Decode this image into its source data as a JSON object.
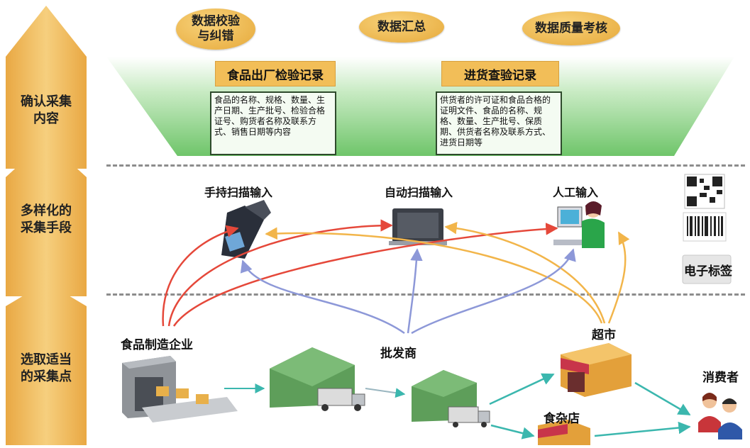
{
  "stages": [
    {
      "label": "确认采集\n内容"
    },
    {
      "label": "多样化的\n采集手段"
    },
    {
      "label": "选取适当\n的采集点"
    }
  ],
  "ovals": [
    {
      "label": "数据校验\n与纠错"
    },
    {
      "label": "数据汇总"
    },
    {
      "label": "数据质量考核"
    }
  ],
  "records": [
    {
      "title": "食品出厂检验记录",
      "content": "食品的名称、规格、数量、生产日期、生产批号、检验合格证号、购货者名称及联系方式、销售日期等内容"
    },
    {
      "title": "进货查验记录",
      "content": "供货者的许可证和食品合格的证明文件、食品的名称、规格、数量、生产批号、保质期、供货者名称及联系方式、进货日期等"
    }
  ],
  "methods": [
    {
      "label": "手持扫描输入"
    },
    {
      "label": "自动扫描输入"
    },
    {
      "label": "人工输入"
    }
  ],
  "tag_label": "电子标签",
  "nodes": {
    "manufacturer": "食品制造企业",
    "wholesaler": "批发商",
    "supermarket": "超市",
    "grocery": "食杂店",
    "consumer": "消费者"
  },
  "colors": {
    "chevron": "#f0bc5e",
    "red_arrow": "#e5483a",
    "orange_arrow": "#f2b54a",
    "blue_arrow": "#8d98d8",
    "teal_arrow": "#3bb7ae",
    "warehouse": "#5e9e5a"
  }
}
